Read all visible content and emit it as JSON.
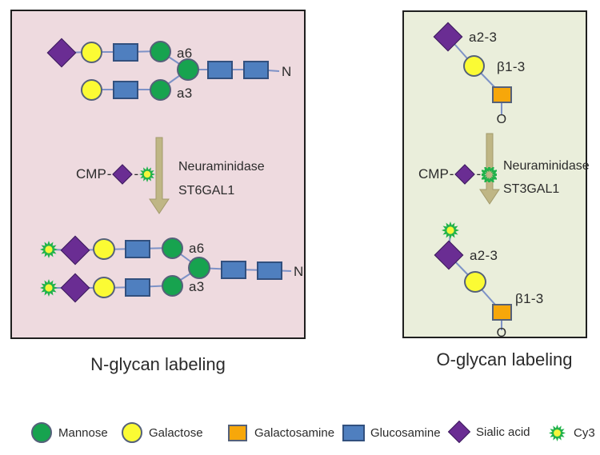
{
  "colors": {
    "mannose": "#17a34f",
    "galactose": "#fbfb34",
    "galactosamine": "#f7a70a",
    "glucosamine": "#4f7fbf",
    "sialic": "#6a2d93",
    "sialic_edge": "#3a1b5a",
    "cy3_spike": "#21b24b",
    "cy3_center": "#f4f63b",
    "line": "#7d92c7",
    "outline": "#55617a",
    "outline_dark": "#32507e",
    "arrow_fill": "#bfb685",
    "arrow_edge": "#a39a6c",
    "panel_left_bg": "#eedadf",
    "panel_right_bg": "#eaeedb",
    "panel_border": "#1f1f1f",
    "text_color": "#2b2b2b"
  },
  "left": {
    "caption": "N-glycan labeling",
    "top": {
      "a6": "a6",
      "a3": "a3",
      "n": "N"
    },
    "cmp": "CMP",
    "dash": "-",
    "enzyme1": "Neuraminidase",
    "enzyme2": "ST6GAL1",
    "bottom": {
      "a6": "a6",
      "a3": "a3",
      "n": "N"
    }
  },
  "right": {
    "caption": "O-glycan labeling",
    "top": {
      "sialic": "a2-3",
      "gal": "β1-3",
      "o": "O"
    },
    "cmp": "CMP",
    "dash": "-",
    "enzyme1": "Neuraminidase",
    "enzyme2": "ST3GAL1",
    "bottom": {
      "sialic": "a2-3",
      "gal": "β1-3",
      "o": "O"
    }
  },
  "legend": {
    "items": [
      {
        "shape": "mannose",
        "label": "Mannose"
      },
      {
        "shape": "galactose",
        "label": "Galactose"
      },
      {
        "shape": "galactosamine",
        "label": "Galactosamine"
      },
      {
        "shape": "glucosamine",
        "label": "Glucosamine"
      },
      {
        "shape": "sialic-acid",
        "label": "Sialic acid"
      },
      {
        "shape": "cy3",
        "label": "Cy3"
      }
    ]
  }
}
